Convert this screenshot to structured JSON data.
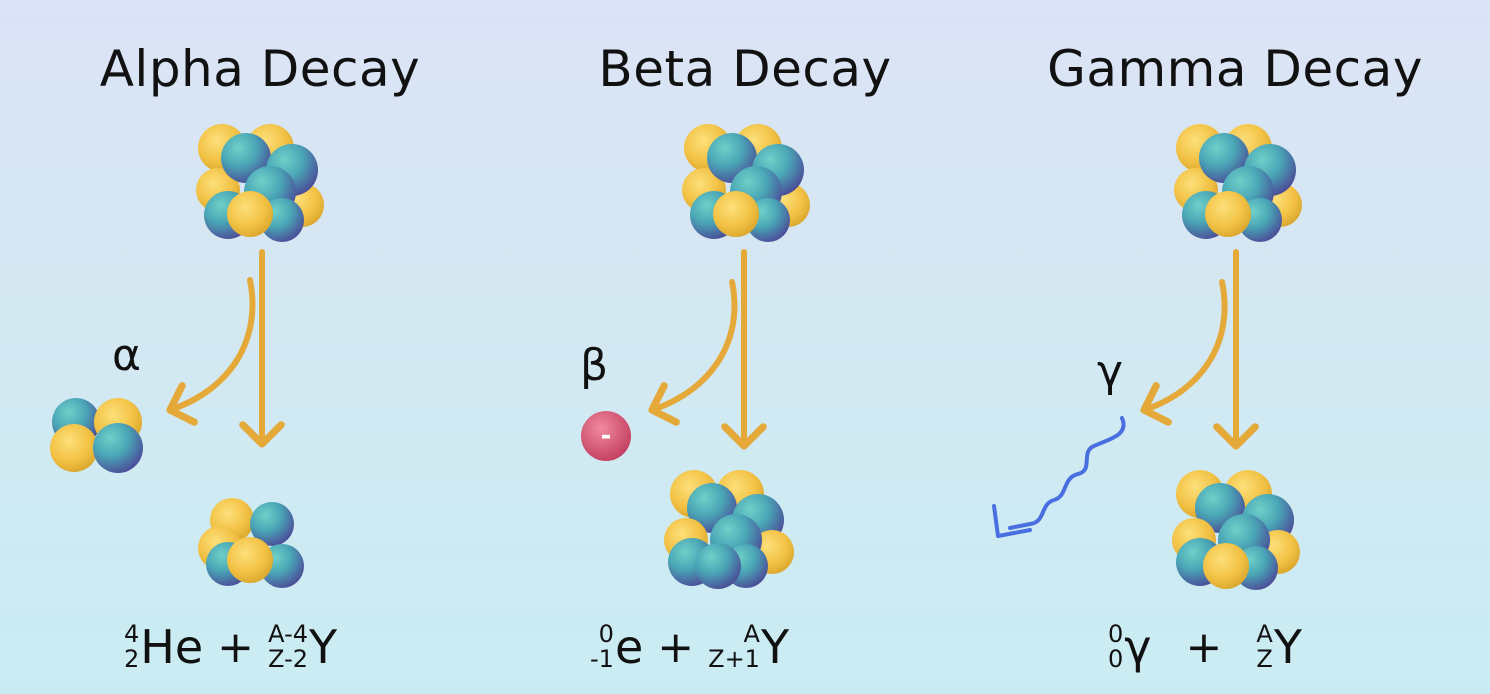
{
  "panels": [
    {
      "title": "Alpha Decay",
      "particle_label": "α",
      "equation": {
        "emitted": {
          "mass": "4",
          "atomic": "2",
          "symbol": "He"
        },
        "plus": "+",
        "daughter": {
          "mass": "A-4",
          "atomic": "Z-2",
          "symbol": "Y"
        }
      }
    },
    {
      "title": "Beta Decay",
      "particle_label": "β",
      "electron_sign": "-",
      "equation": {
        "emitted": {
          "mass": "0",
          "atomic": "-1",
          "symbol": "e"
        },
        "plus": "+",
        "daughter": {
          "mass": "A",
          "atomic": "Z+1",
          "symbol": "Y"
        }
      }
    },
    {
      "title": "Gamma Decay",
      "particle_label": "γ",
      "equation": {
        "emitted": {
          "mass": "0",
          "atomic": "0",
          "symbol": "γ"
        },
        "plus": "+",
        "daughter": {
          "mass": "A",
          "atomic": "Z",
          "symbol": "Y"
        }
      }
    }
  ],
  "colors": {
    "arrow": "#e5a93a",
    "proton": "#f2c245",
    "neutron_teal": "#4fb3b8",
    "neutron_purple": "#5d5aa8",
    "electron": "#d4506e",
    "gamma_wave": "#4a6fe0"
  }
}
